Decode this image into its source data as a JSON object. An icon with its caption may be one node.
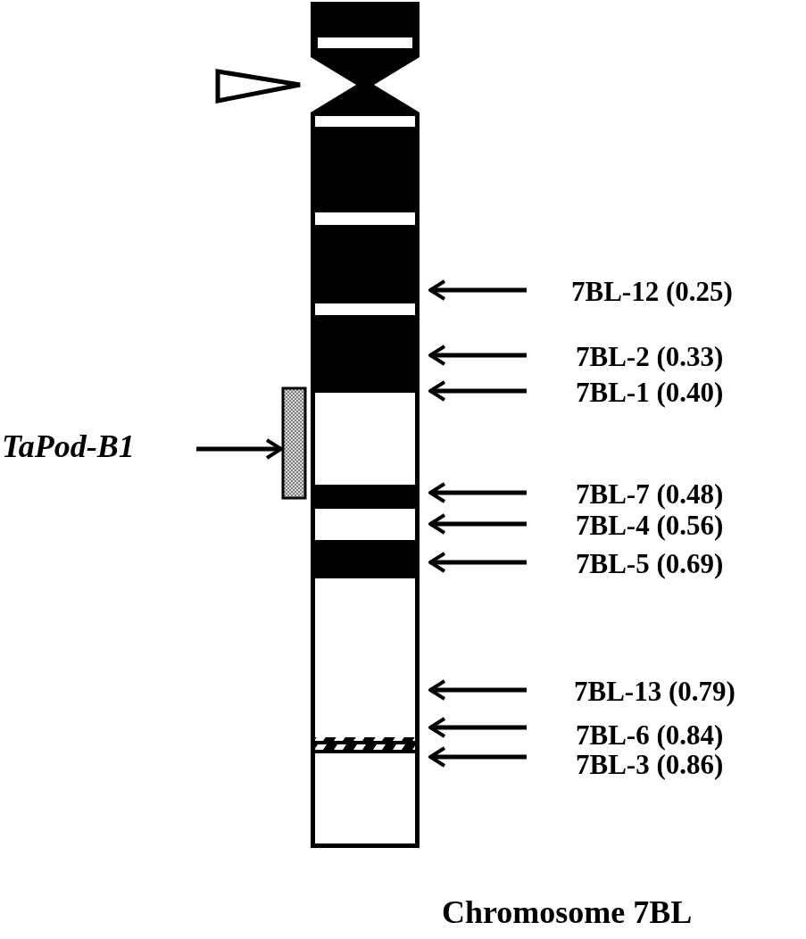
{
  "diagram": {
    "caption": "Chromosome 7BL",
    "nodes": [
      {
        "text": [],
        "shape": "bar"
      },
      {
        "text": [],
        "shape": "bar"
      },
      {
        "text": [
          "TaPod-B1"
        ]
      },
      {
        "text": [
          "7BL-12 (0.25)"
        ]
      },
      {
        "text": [
          "7BL-2 (0.33)"
        ]
      },
      {
        "text": [
          "7BL-1 (0.40)"
        ]
      },
      {
        "text": [
          "7BL-7 (0.48)"
        ]
      },
      {
        "text": [
          "7BL-4 (0.56)"
        ]
      },
      {
        "text": [
          "7BL-5 (0.69)"
        ]
      },
      {
        "text": [
          "7BL-13 (0.79)"
        ]
      },
      {
        "text": [
          "7BL-6 (0.84)"
        ]
      },
      {
        "text": [
          "7BL-3 (0.86)"
        ]
      }
    ],
    "edges": [
      {
        "from": 2,
        "to": 1,
        "arrow": "to"
      },
      {
        "from": 3,
        "to": 0,
        "arrow": "to"
      },
      {
        "from": 4,
        "to": 0,
        "arrow": "to"
      },
      {
        "from": 5,
        "to": 0,
        "arrow": "to"
      },
      {
        "from": 6,
        "to": 0,
        "arrow": "to"
      },
      {
        "from": 7,
        "to": 0,
        "arrow": "to"
      },
      {
        "from": 8,
        "to": 0,
        "arrow": "to"
      },
      {
        "from": 9,
        "to": 0,
        "arrow": "to"
      },
      {
        "from": 10,
        "to": 0,
        "arrow": "to"
      },
      {
        "from": 11,
        "to": 0,
        "arrow": "to"
      }
    ]
  }
}
